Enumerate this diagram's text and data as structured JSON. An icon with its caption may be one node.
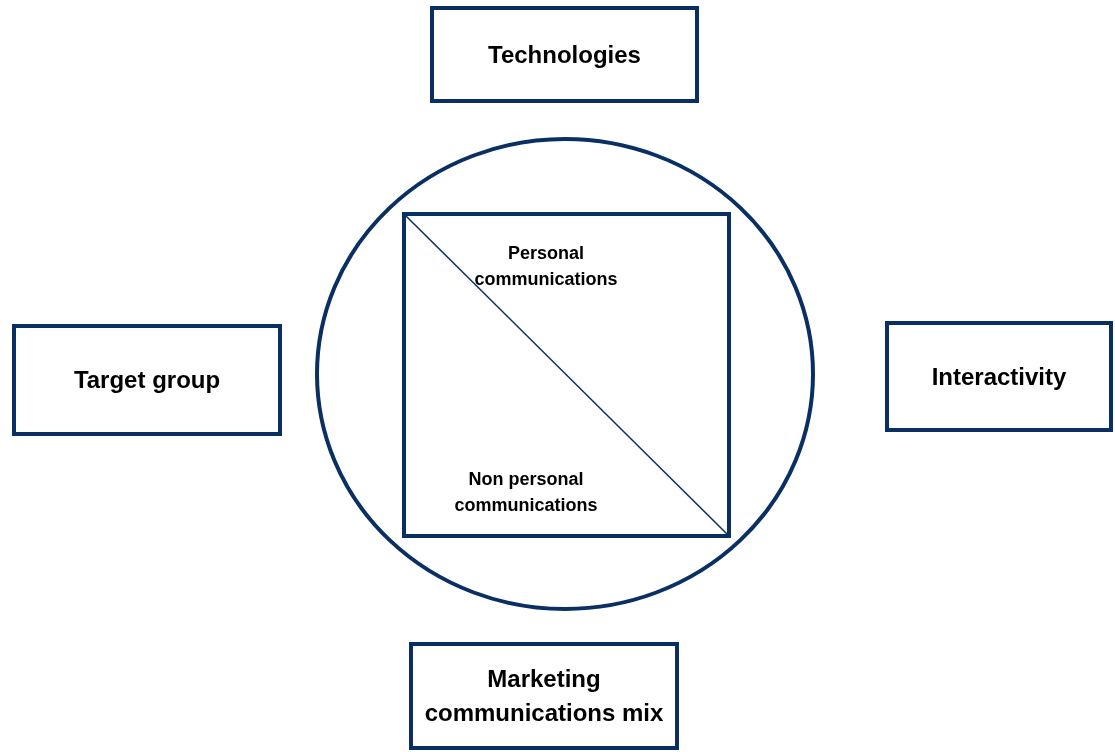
{
  "diagram": {
    "nodes": [
      {
        "text": [
          "Technologies"
        ]
      },
      {
        "text": [],
        "shape": "circle"
      },
      {
        "text": [
          "Personal communications",
          "Non personal communications"
        ],
        "in": 1
      },
      {
        "text": [
          "Target group"
        ]
      },
      {
        "text": [
          "Interactivity"
        ]
      },
      {
        "text": [
          "Marketing communications mix"
        ]
      }
    ]
  }
}
